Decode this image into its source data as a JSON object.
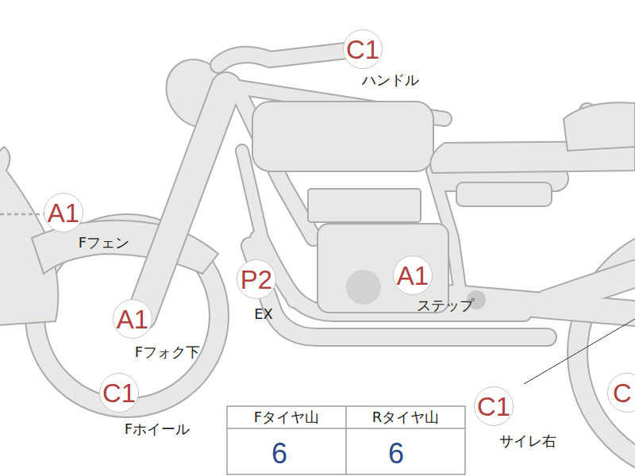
{
  "diagram": {
    "nodes": [
      {
        "text": [
          "C1",
          "ハンドル"
        ]
      },
      {
        "text": [
          "A1",
          "Fフェン"
        ]
      },
      {
        "text": [
          "P2",
          "EX"
        ]
      },
      {
        "text": [
          "A1",
          "ステップ"
        ]
      },
      {
        "text": [
          "A1",
          "Fフォク下"
        ]
      },
      {
        "text": [
          "C1",
          "Fホイール"
        ]
      },
      {
        "text": [
          "C1",
          "サイレ右"
        ]
      },
      {
        "text": [
          "C"
        ]
      }
    ],
    "edges": [],
    "labels": [
      "Fタイヤ山",
      "Rタイヤ山",
      "6",
      "6"
    ]
  }
}
